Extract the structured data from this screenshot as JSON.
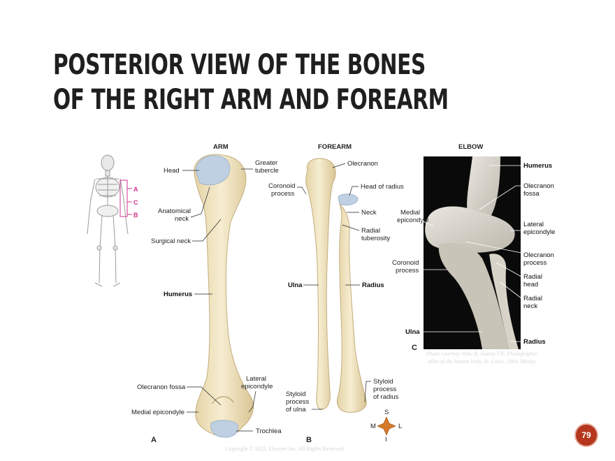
{
  "title": {
    "line1": "POSTERIOR VIEW OF THE BONES",
    "line2": "OF THE RIGHT ARM AND FOREARM"
  },
  "sections": {
    "arm": "ARM",
    "forearm": "FOREARM",
    "elbow": "ELBOW"
  },
  "panels": {
    "a": "A",
    "b": "B",
    "c": "C"
  },
  "skeleton_markers": {
    "a": "A",
    "c": "C",
    "b": "B"
  },
  "arm_labels": {
    "head": "Head",
    "greater_tubercle_1": "Greater",
    "greater_tubercle_2": "tubercle",
    "anatomical_neck_1": "Anatomical",
    "anatomical_neck_2": "neck",
    "surgical_neck": "Surgical neck",
    "humerus": "Humerus",
    "olecranon_fossa": "Olecranon fossa",
    "lateral_epicondyle_1": "Lateral",
    "lateral_epicondyle_2": "epicondyle",
    "medial_epicondyle": "Medial epicondyle",
    "trochlea": "Trochlea"
  },
  "forearm_labels": {
    "olecranon": "Olecranon",
    "coronoid_1": "Coronoid",
    "coronoid_2": "process",
    "head_of_radius": "Head of radius",
    "neck": "Neck",
    "radial_tuberosity_1": "Radial",
    "radial_tuberosity_2": "tuberosity",
    "ulna": "Ulna",
    "radius": "Radius",
    "styloid_ulna_1": "Styloid",
    "styloid_ulna_2": "process",
    "styloid_ulna_3": "of ulna",
    "styloid_radius_1": "Styloid",
    "styloid_radius_2": "process",
    "styloid_radius_3": "of radius"
  },
  "compass": {
    "s": "S",
    "m": "M",
    "l": "L",
    "i": "I"
  },
  "elbow_labels": {
    "humerus": "Humerus",
    "olecranon_fossa_1": "Olecranon",
    "olecranon_fossa_2": "fossa",
    "medial_epicondyle_1": "Medial",
    "medial_epicondyle_2": "epicondyle",
    "lateral_epicondyle_1": "Lateral",
    "lateral_epicondyle_2": "epicondyle",
    "olecranon_process_1": "Olecranon",
    "olecranon_process_2": "process",
    "coronoid_1": "Coronoid",
    "coronoid_2": "process",
    "radial_head_1": "Radial",
    "radial_head_2": "head",
    "radial_neck_1": "Radial",
    "radial_neck_2": "neck",
    "ulna": "Ulna",
    "radius": "Radius"
  },
  "photo_credit": {
    "line1": "Photo courtesy Vidic B, Suarez FR: Photographic",
    "line2": "atlas of the human body, St. Louis, 1984, Mosby."
  },
  "copyright": "Copyright © 2022, Elsevier Inc. All Rights Reserved.",
  "page_number": "79",
  "colors": {
    "bone": "#f1e6c4",
    "bone_shadow": "#cdb98d",
    "cartilage": "#b9cde2",
    "accent": "#b5361d",
    "marker": "#d0338c"
  }
}
